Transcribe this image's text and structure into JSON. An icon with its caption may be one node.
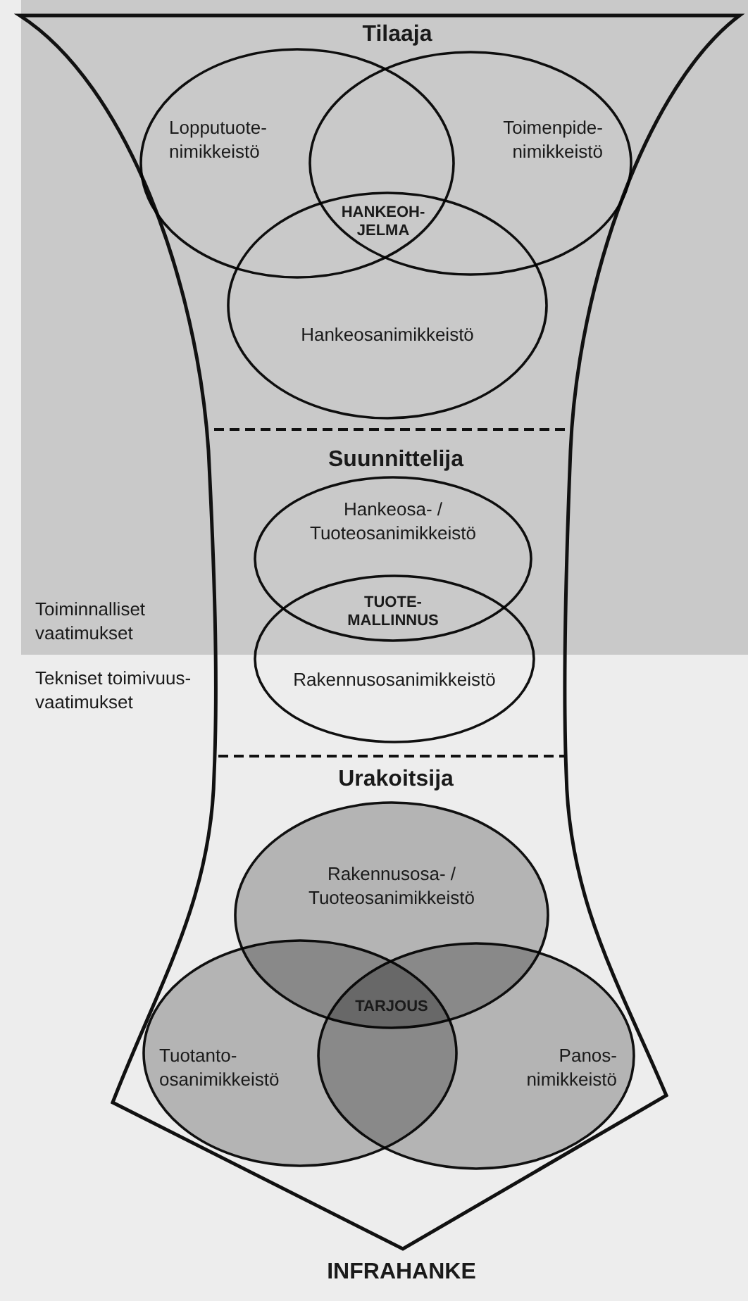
{
  "diagram": {
    "nodes": [
      {
        "text": [
          "Tilaaja",
          "Suunnittelija",
          "Urakoitsija"
        ],
        "beside": [
          "INFRAHANKE"
        ]
      },
      {
        "text": [
          "Lopputuote- nimikkeistö"
        ],
        "in": 0
      },
      {
        "text": [
          "Toimenpide- nimikkeistö"
        ],
        "in": 0
      },
      {
        "text": [
          "Hankeosanimikkeistö"
        ],
        "in": 0
      },
      {
        "text": [
          "Hankeosa- / Tuoteosanimikkeistö"
        ],
        "in": 0
      },
      {
        "text": [
          "Rakennusosanimikkeistö"
        ],
        "in": 0
      },
      {
        "text": [
          "Rakennusosa- / Tuoteosanimikkeistö"
        ],
        "in": 0
      },
      {
        "text": [
          "Tuotanto- osanimikkeistö"
        ],
        "in": 0
      },
      {
        "text": [
          "Panos- nimikkeistö"
        ],
        "in": 0
      }
    ],
    "labels": [
      "HANKEOH- JELMA",
      "Toiminnalliset vaatimukset",
      "TUOTE- MALLINNUS",
      "Tekniset toimivuus- vaatimukset",
      "TARJOUS"
    ]
  }
}
